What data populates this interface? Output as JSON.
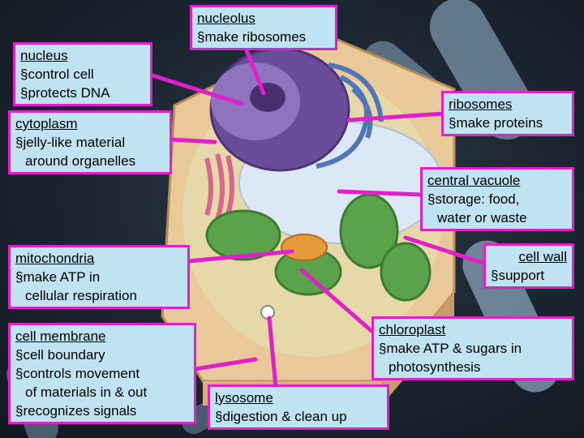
{
  "colors": {
    "label_bg": "#bfe3f0",
    "border": "#e020c8",
    "pointer": "#e020c8",
    "background": "#1b2530"
  },
  "labels": {
    "nucleolus": {
      "title": "nucleolus",
      "lines": [
        "§make ribosomes"
      ]
    },
    "nucleus": {
      "title": "nucleus",
      "lines": [
        "§control cell",
        "§protects DNA"
      ]
    },
    "ribosomes": {
      "title": "ribosomes",
      "lines": [
        "§make proteins"
      ]
    },
    "cytoplasm": {
      "title": "cytoplasm",
      "lines": [
        "§jelly-like material",
        "around organelles"
      ]
    },
    "vacuole": {
      "title": "central vacuole",
      "lines": [
        "§storage: food,",
        "water or waste"
      ]
    },
    "mitochondria": {
      "title": "mitochondria",
      "lines": [
        "§make ATP in",
        "cellular respiration"
      ]
    },
    "cellwall": {
      "title": "cell wall",
      "lines": [
        "§support"
      ]
    },
    "membrane": {
      "title": "cell membrane",
      "lines": [
        "§cell boundary",
        "§controls movement",
        "of materials in & out",
        "§recognizes signals"
      ]
    },
    "chloroplast": {
      "title": "chloroplast",
      "lines": [
        "§make ATP & sugars in",
        "photosynthesis"
      ]
    },
    "lysosome": {
      "title": "lysosome",
      "lines": [
        "§digestion & clean up"
      ]
    }
  }
}
